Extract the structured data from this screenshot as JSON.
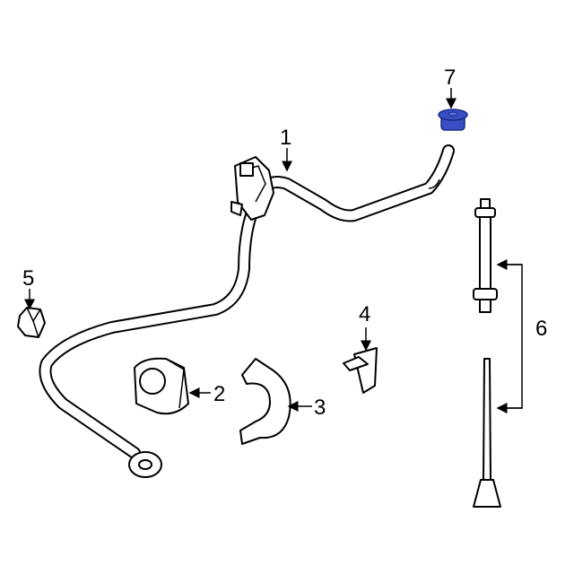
{
  "callouts": {
    "c1": "1",
    "c2": "2",
    "c3": "3",
    "c4": "4",
    "c5": "5",
    "c6": "6",
    "c7": "7"
  },
  "colors": {
    "highlight": "#3a4fc4",
    "line": "#000000"
  }
}
